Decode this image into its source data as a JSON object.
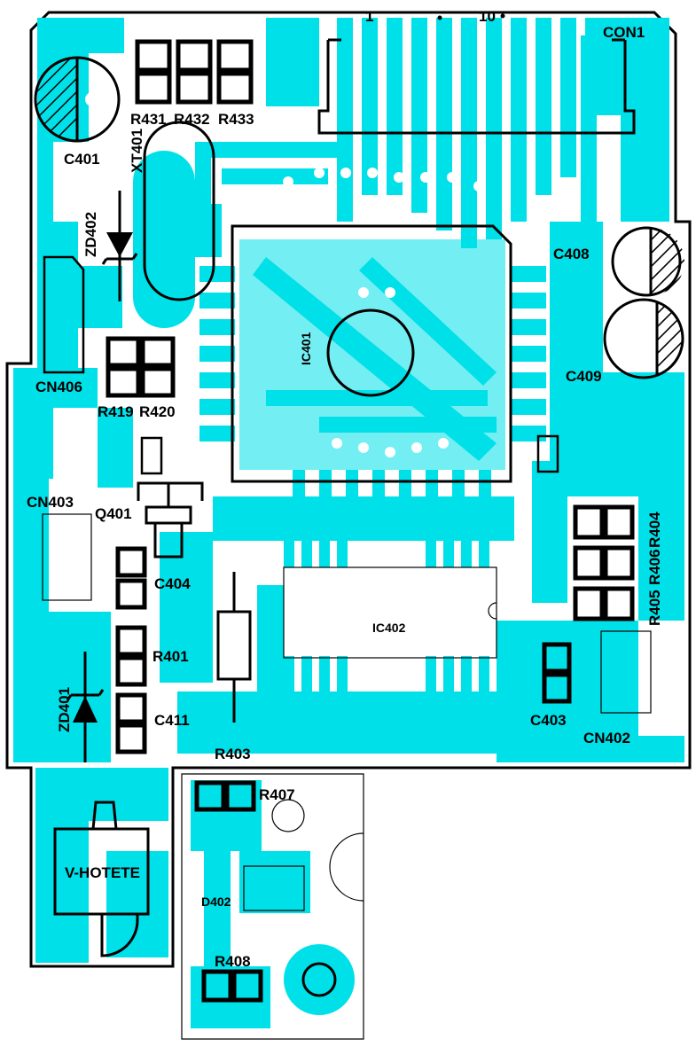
{
  "colors": {
    "copper": "#00e0e8",
    "silk": "#000000",
    "board": "#ffffff"
  },
  "labels": {
    "con1": "CON1",
    "con1_pin1": "1",
    "con1_pin10": "10",
    "r431": "R431",
    "r432": "R432",
    "r433": "R433",
    "c401": "C401",
    "xt401": "XT401",
    "zd402": "ZD402",
    "c408": "C408",
    "c409": "C409",
    "ic401": "IC401",
    "cn406": "CN406",
    "r419": "R419",
    "r420": "R420",
    "cn403": "CN403",
    "q401": "Q401",
    "c404": "C404",
    "r401": "R401",
    "zd401": "ZD401",
    "c411": "C411",
    "r403": "R403",
    "ic402": "IC402",
    "r404": "R404",
    "r406": "R406",
    "r405": "R405",
    "c403": "C403",
    "cn402": "CN402",
    "r407": "R407",
    "d402": "D402",
    "r408": "R408",
    "v_hotete": "V-HOTETE"
  }
}
